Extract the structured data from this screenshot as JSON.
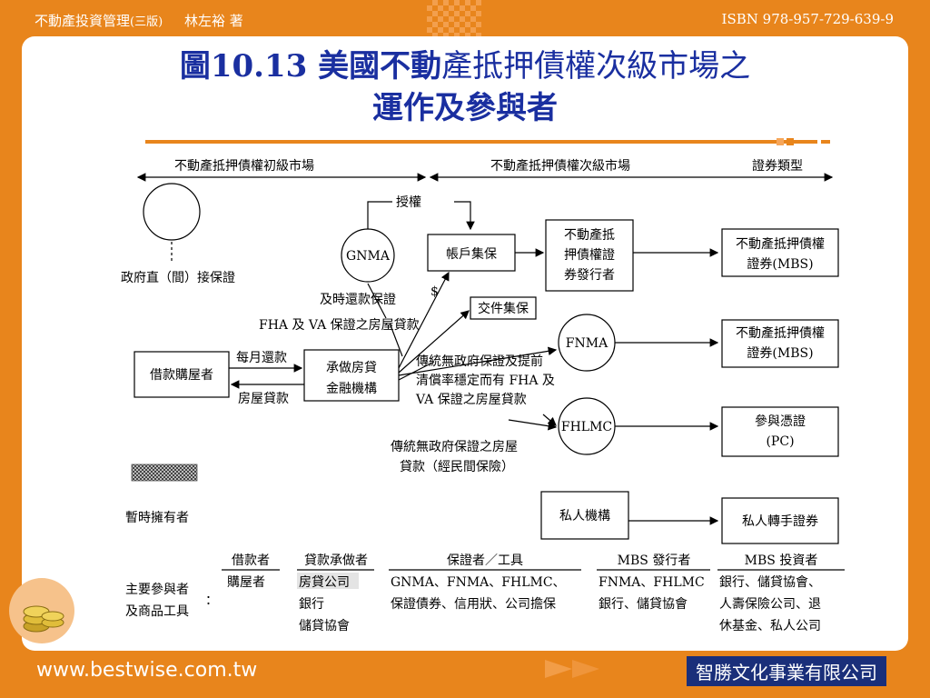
{
  "header": {
    "book_title": "不動產投資管理",
    "edition": "(三版)",
    "author": "林左裕 著",
    "isbn": "ISBN 978-957-729-639-9"
  },
  "title": {
    "part1": "圖10.13 美國不動",
    "part2": "產抵押債權次級市場之",
    "line2": "運作及參與者"
  },
  "diagram": {
    "primary_market": "不動產抵押債權初級市場",
    "secondary_market": "不動產抵押債權次級市場",
    "securities_type": "證券類型",
    "gov_guarantee": "政府直（間）接保證",
    "authorize": "授權",
    "gnma": "GNMA",
    "pool_account": "帳戶集保",
    "issuer_lines": [
      "不動產抵",
      "押債權證",
      "券發行者"
    ],
    "mbs1_lines": [
      "不動產抵押債權",
      "證券(MBS)"
    ],
    "dollar": "$",
    "timely_repay": "及時還款保證",
    "fha_va_loan": "FHA 及 VA 保證之房屋貸款",
    "deliver_pool": "交件集保",
    "fnma": "FNMA",
    "mbs2_lines": [
      "不動產抵押債權",
      "證券(MBS)"
    ],
    "borrower": "借款購屋者",
    "monthly_repay": "每月還款",
    "mortgage_loan": "房屋貸款",
    "lender_lines": [
      "承做房貸",
      "金融機構"
    ],
    "conventional_lines": [
      "傳統無政府保證及提前",
      "清償率穩定而有 FHA 及",
      "VA 保證之房屋貸款"
    ],
    "fhlmc": "FHLMC",
    "pc_lines": [
      "參與憑證",
      "(PC)"
    ],
    "conv_private_lines": [
      "傳統無政府保證之房屋",
      "貸款（經民間保險）"
    ],
    "temp_holder": "暫時擁有者",
    "private_inst": "私人機構",
    "private_pass": "私人轉手證券"
  },
  "participants": {
    "label_lines": [
      "主要參與者",
      "及商品工具"
    ],
    "colon": "：",
    "headers": [
      "借款者",
      "貸款承做者",
      "保證者／工具",
      "MBS 發行者",
      "MBS 投資者"
    ],
    "borrower": [
      "購屋者"
    ],
    "lender": [
      "房貸公司",
      "銀行",
      "儲貸協會"
    ],
    "guarantor": [
      "GNMA、FNMA、FHLMC、",
      "保證債券、信用狀、公司擔保"
    ],
    "issuer": [
      "FNMA、FHLMC",
      "銀行、儲貸協會"
    ],
    "investor": [
      "銀行、儲貸協會、",
      "人壽保險公司、退",
      "休基金、私人公司"
    ]
  },
  "footer": {
    "url": "www.bestwise.com.tw",
    "company": "智勝文化事業有限公司"
  }
}
